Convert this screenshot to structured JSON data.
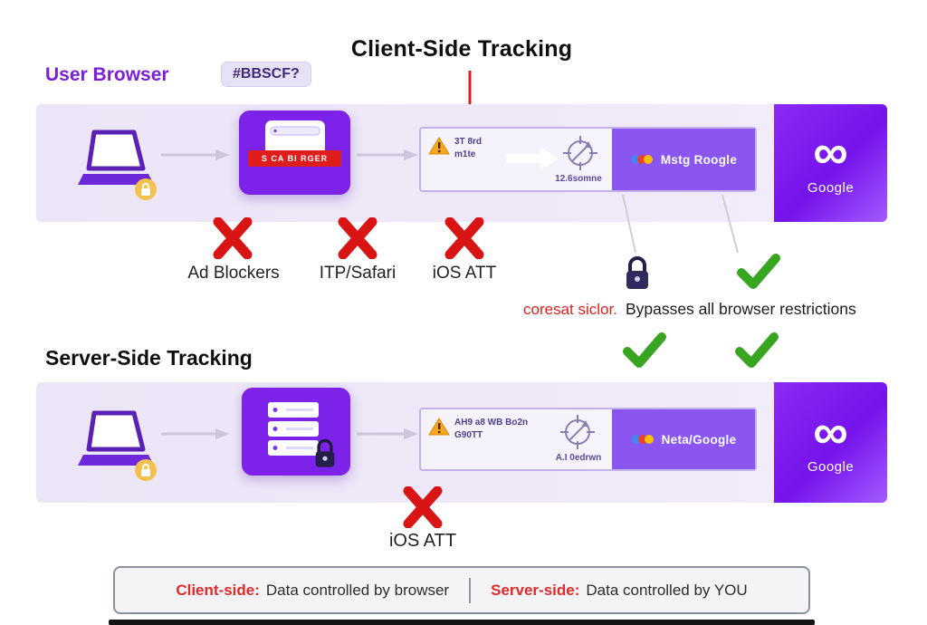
{
  "colors": {
    "accent_purple": "#7c22e9",
    "band_bg": "#ece5f7",
    "blocked_red": "#d81414",
    "allowed_green": "#38a520",
    "heading_purple": "#7b1fd6"
  },
  "header": {
    "title": "Client-Side Tracking",
    "user_browser_label": "User Browser",
    "badge": "#BBSCF?"
  },
  "client_band": {
    "blocked_banner": "S CA BI RGER",
    "warning_line1": "3T 8rd",
    "warning_line2": "m1te",
    "metric": "12.6somne",
    "brand": "Mstg Roogle",
    "meta_logo": "∞",
    "google_label": "Google"
  },
  "blockers": {
    "items": [
      {
        "label": "Ad Blockers"
      },
      {
        "label": "ITP/Safari"
      },
      {
        "label": "iOS ATT"
      }
    ]
  },
  "bypass": {
    "lock_note": "coresat siclor.",
    "text": "Bypasses all browser restrictions"
  },
  "server_section": {
    "heading": "Server-Side Tracking"
  },
  "server_band": {
    "warning_line1": "AH9 a8 WB Bo2n",
    "warning_line2": "G90TT",
    "metric": "A.I 0edrwn",
    "brand": "Neta/Google",
    "meta_logo": "∞",
    "google_label": "Google"
  },
  "server_blocked": {
    "label": "iOS ATT"
  },
  "footer": {
    "left_label": "Client-side:",
    "left_text": "Data controlled by browser",
    "right_label": "Server-side:",
    "right_text": "Data controlled by YOU"
  }
}
